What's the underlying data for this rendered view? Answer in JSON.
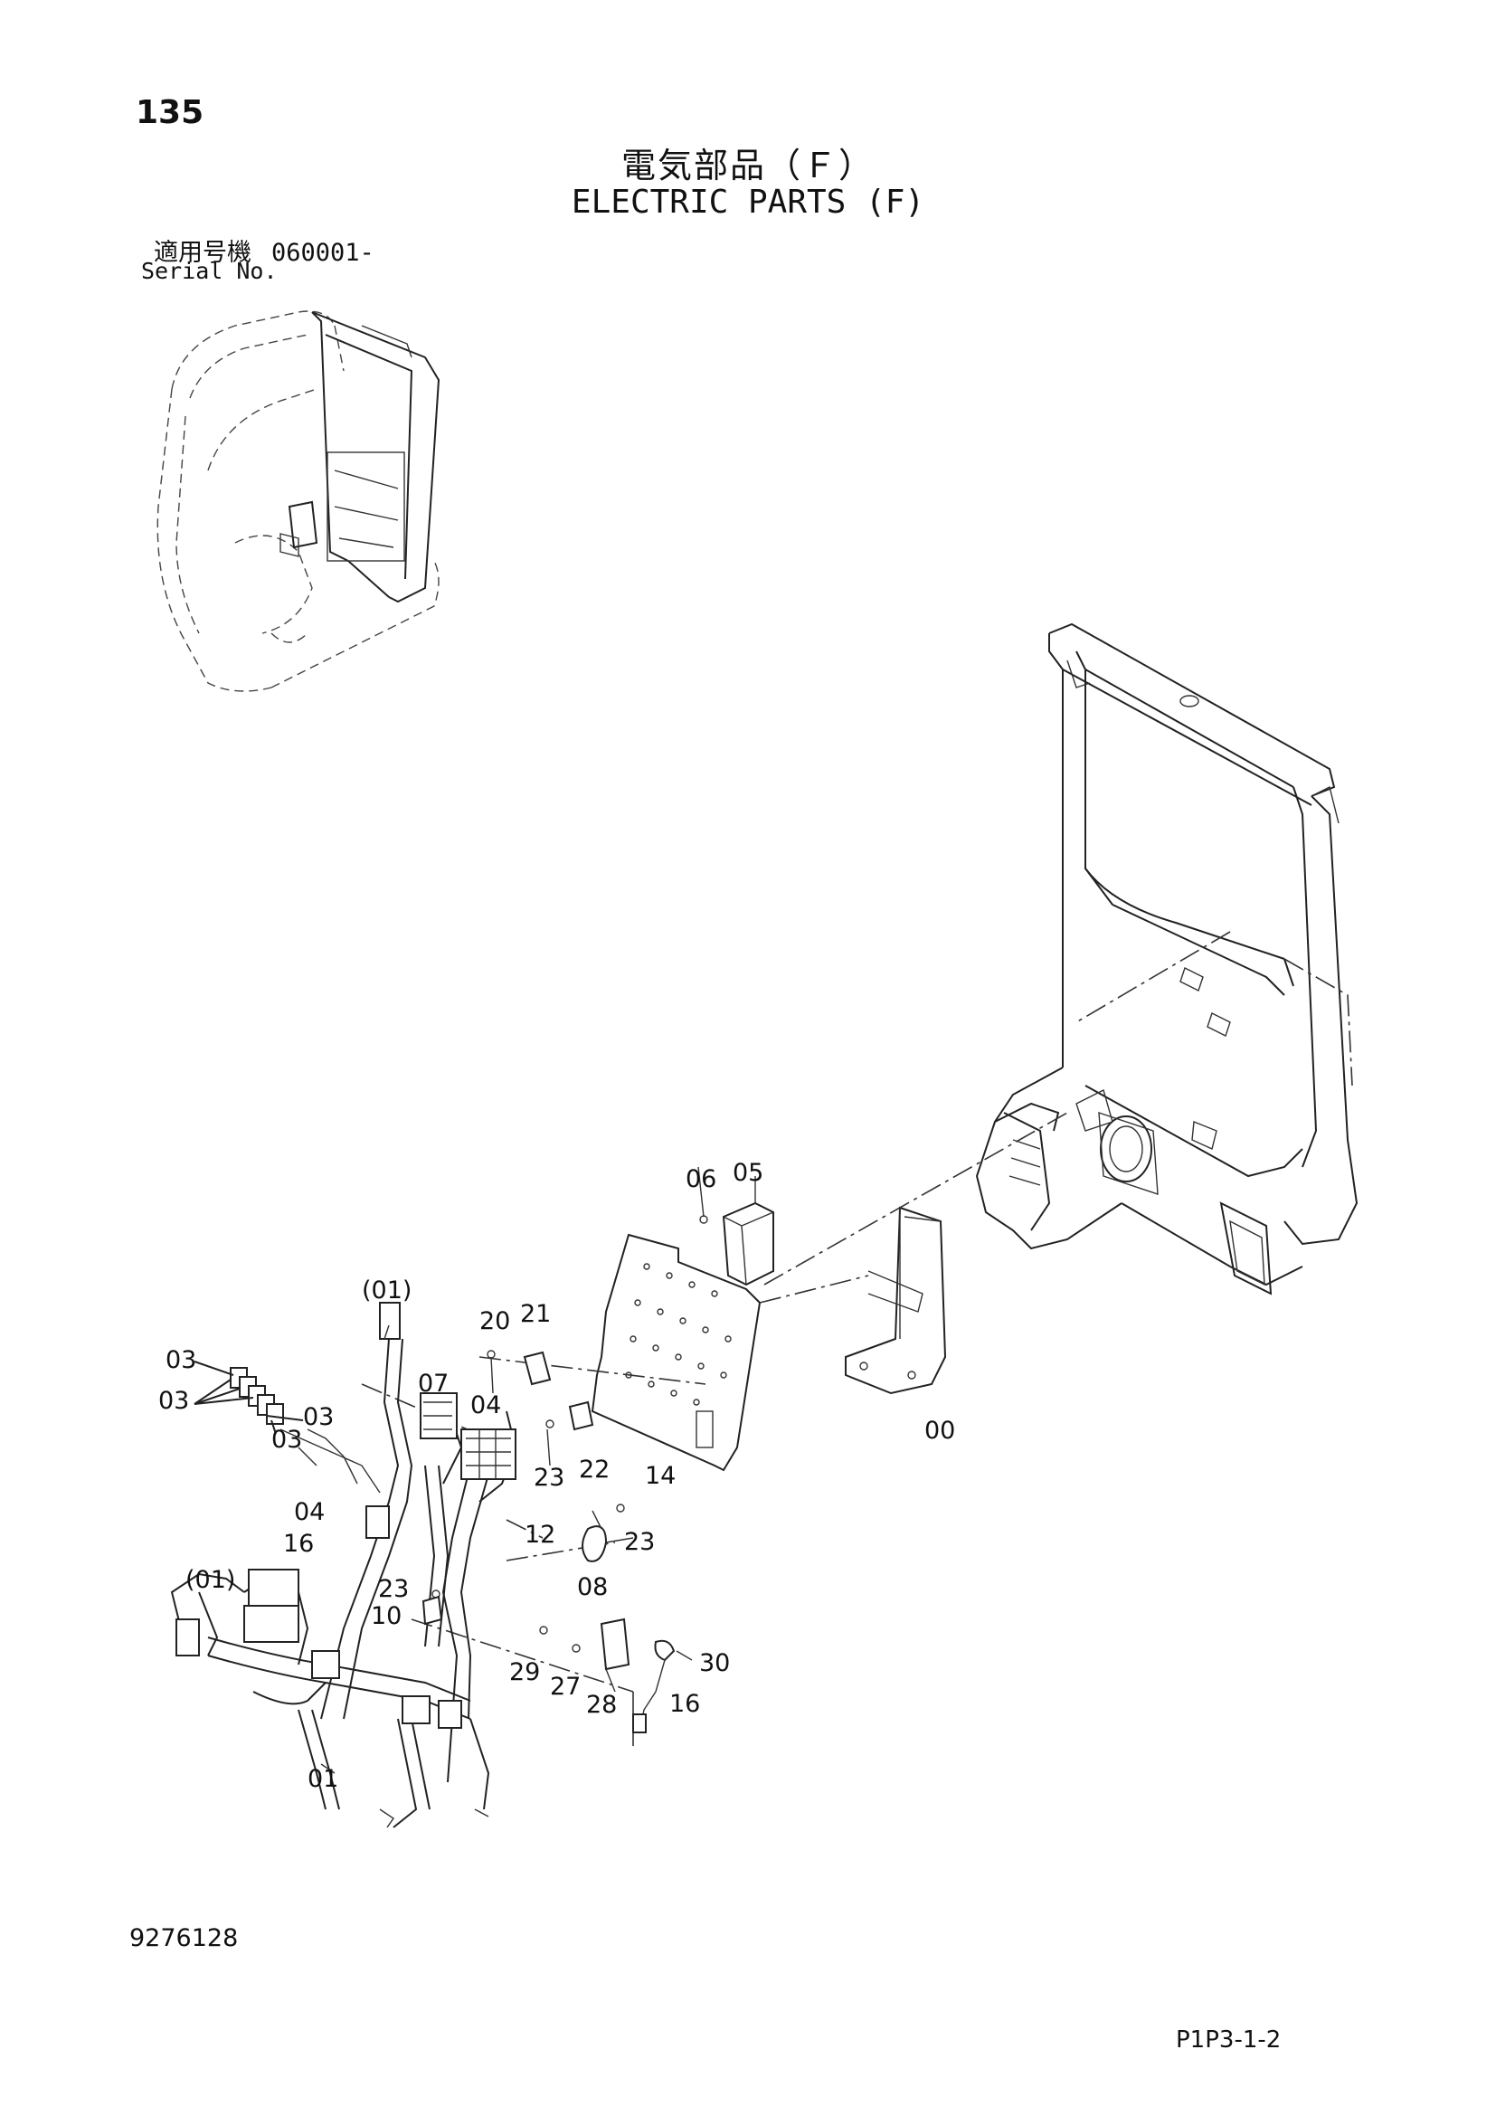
{
  "header": {
    "page_number": "135",
    "title_jp": "電気部品（Ｆ）",
    "title_en": "ELECTRIC PARTS (F)",
    "serial_label_jp": "適用号機",
    "serial_value": "060001-",
    "serial_label_en": "Serial No."
  },
  "footer": {
    "doc_number": "9276128",
    "page_code": "P1P3-1-2"
  },
  "callouts": {
    "c_00": "00",
    "c_01a": "(01)",
    "c_01b": "(01)",
    "c_01c": "01",
    "c_03a": "03",
    "c_03b": "03",
    "c_03c": "03",
    "c_03d": "03",
    "c_04a": "04",
    "c_04b": "04",
    "c_05": "05",
    "c_06": "06",
    "c_07": "07",
    "c_08": "08",
    "c_10": "10",
    "c_12": "12",
    "c_14": "14",
    "c_16a": "16",
    "c_16b": "16",
    "c_20": "20",
    "c_21": "21",
    "c_22": "22",
    "c_23a": "23",
    "c_23b": "23",
    "c_23c": "23",
    "c_27": "27",
    "c_28": "28",
    "c_29": "29",
    "c_30": "30"
  }
}
